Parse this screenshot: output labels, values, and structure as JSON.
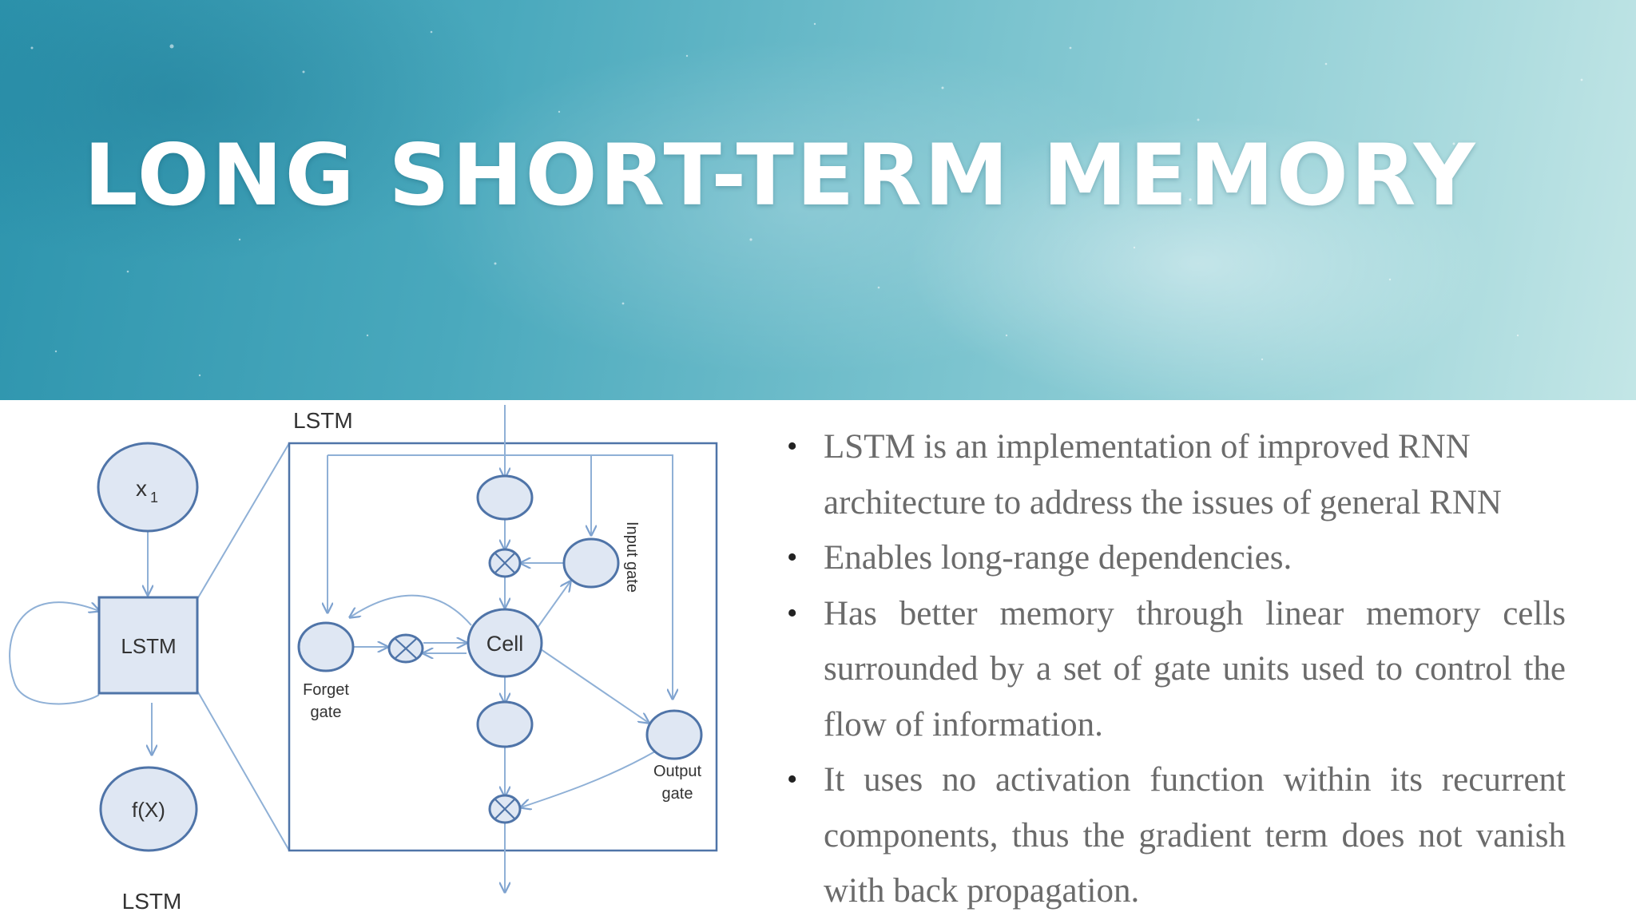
{
  "slide": {
    "title": "LONG SHORT-TERM MEMORY"
  },
  "diagram": {
    "label_top": "LSTM",
    "label_bottom": "LSTM",
    "node_x1": "x",
    "node_x1_sub": "1",
    "node_lstm": "LSTM",
    "node_fx": "f(X)",
    "cell": "Cell",
    "forget_gate_line1": "Forget",
    "forget_gate_line2": "gate",
    "input_gate": "Input gate",
    "output_gate_line1": "Output",
    "output_gate_line2": "gate"
  },
  "bullets": [
    "LSTM is an implementation of improved RNN architecture to address the issues of general RNN",
    "Enables long-range dependencies.",
    "Has better memory through linear memory cells surrounded by a set of gate units used to control the flow of information.",
    "It uses no activation function within its recurrent components, thus the gradient term does not vanish with back propagation."
  ],
  "colors": {
    "node_fill": "#dfe7f3",
    "node_stroke": "#4f74a8",
    "line": "#8fb0d6",
    "text": "#6b6b6b"
  }
}
